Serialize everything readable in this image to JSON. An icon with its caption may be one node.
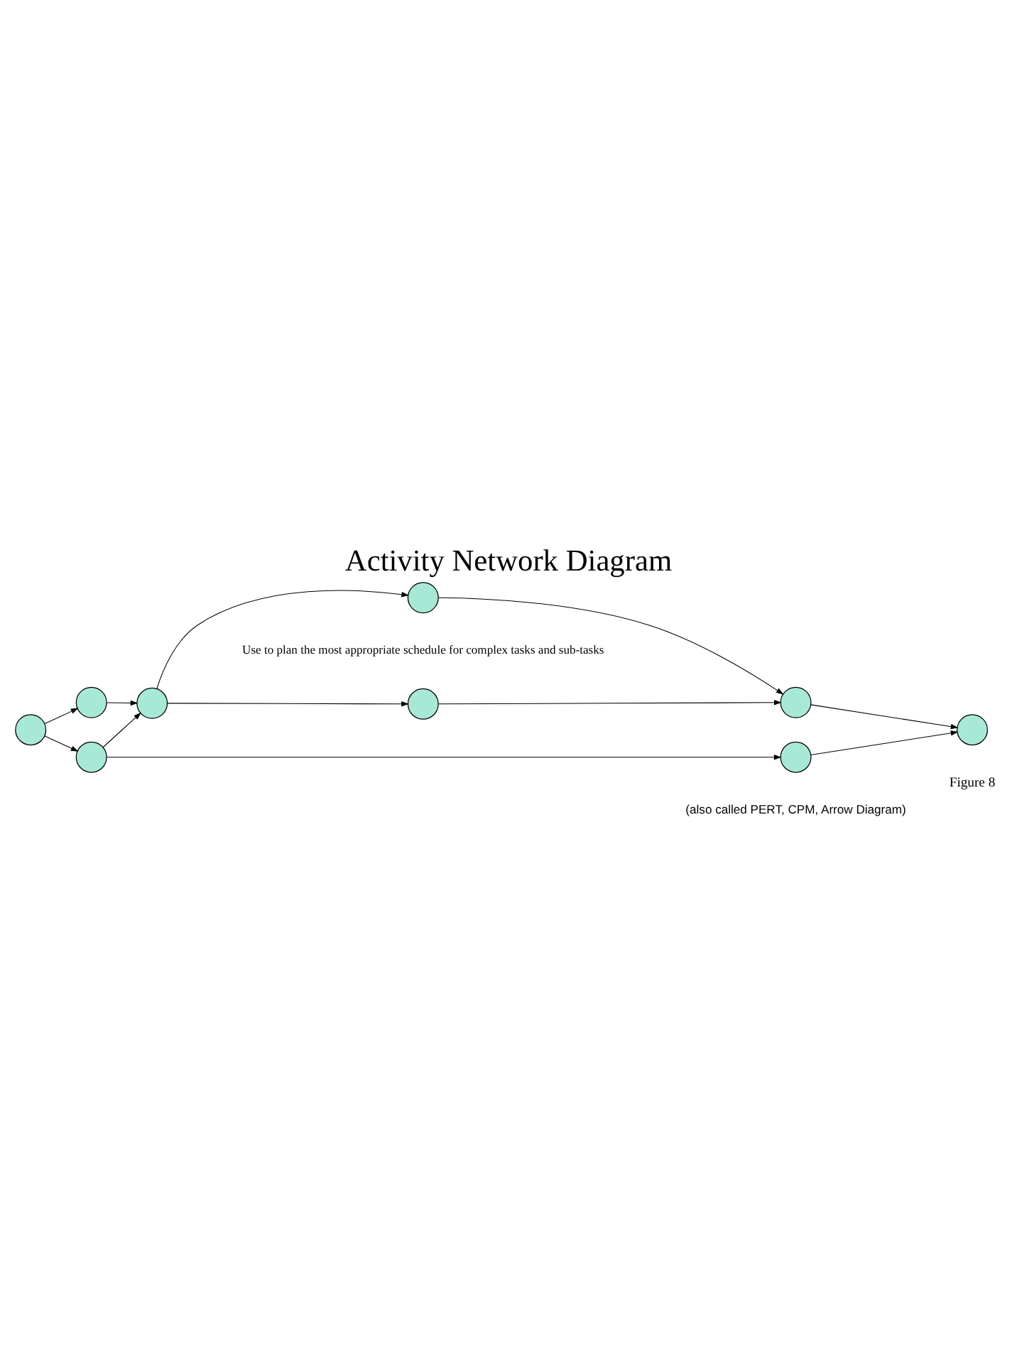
{
  "diagram": {
    "title": "Activity Network Diagram",
    "nodes": [
      {
        "text": [],
        "shape": "circle"
      },
      {
        "text": [],
        "shape": "circle"
      },
      {
        "text": [],
        "shape": "circle"
      },
      {
        "text": [],
        "shape": "circle"
      },
      {
        "text": [],
        "shape": "circle"
      },
      {
        "text": [],
        "shape": "circle"
      },
      {
        "text": [],
        "shape": "circle"
      },
      {
        "text": [],
        "shape": "circle"
      },
      {
        "text": [],
        "shape": "circle"
      }
    ],
    "edges": [
      {
        "from": 0,
        "to": 1,
        "arrow": "to"
      },
      {
        "from": 0,
        "to": 2,
        "arrow": "to"
      },
      {
        "from": 1,
        "to": 3,
        "arrow": "to"
      },
      {
        "from": 2,
        "to": 3,
        "arrow": "to"
      },
      {
        "from": 2,
        "to": 6,
        "arrow": "to"
      },
      {
        "from": 3,
        "to": 4,
        "arrow": "to"
      },
      {
        "from": 3,
        "to": 5,
        "arrow": "to"
      },
      {
        "from": 4,
        "to": 7,
        "arrow": "to"
      },
      {
        "from": 5,
        "to": 7,
        "arrow": "to"
      },
      {
        "from": 7,
        "to": 8,
        "arrow": "to"
      },
      {
        "from": 6,
        "to": 8,
        "arrow": "to"
      }
    ],
    "labels": [
      "Use to plan the most appropriate schedule for complex tasks and sub-tasks",
      "(also called PERT, CPM, Arrow Diagram)",
      "Figure 8"
    ]
  }
}
